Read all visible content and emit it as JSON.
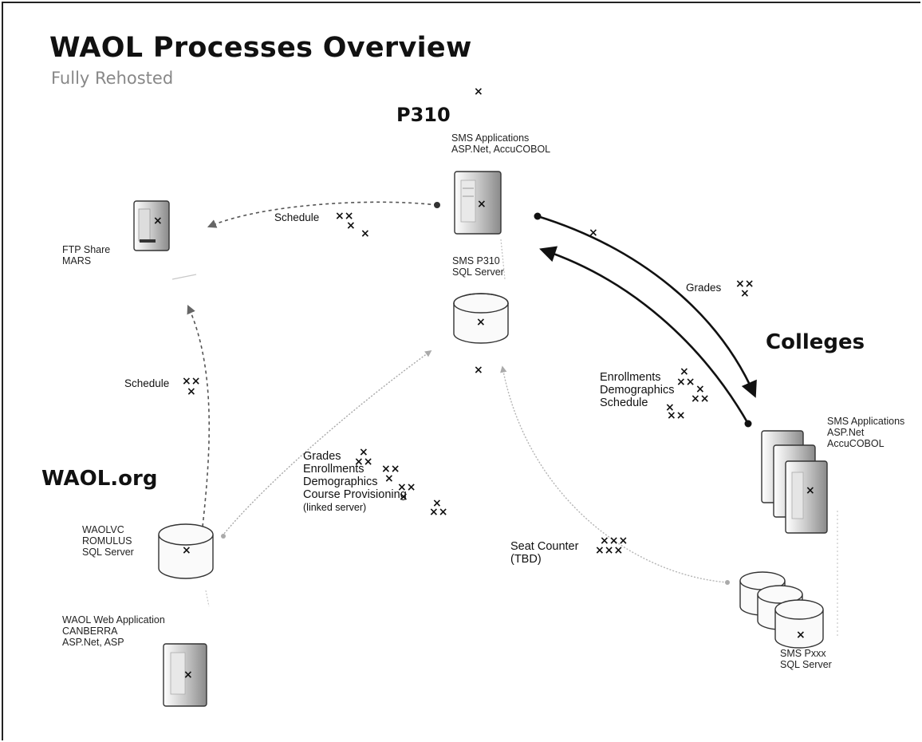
{
  "title": "WAOL Processes Overview",
  "subtitle": "Fully Rehosted",
  "headings": {
    "p310": "P310",
    "colleges": "Colleges",
    "waol_org": "WAOL.org"
  },
  "nodes": {
    "sms_apps_p310": [
      "SMS Applications",
      "ASP.Net, AccuCOBOL"
    ],
    "ftp_share": [
      "FTP Share",
      "MARS"
    ],
    "sms_p310_sql": [
      "SMS P310",
      "SQL Server"
    ],
    "sms_apps_colleges": [
      "SMS Applications",
      "ASP.Net",
      "AccuCOBOL"
    ],
    "waolvc": [
      "WAOLVC",
      "ROMULUS",
      "SQL Server"
    ],
    "waol_web": [
      "WAOL Web Application",
      "CANBERRA",
      "ASP.Net, ASP"
    ],
    "sms_pxxx": [
      "SMS Pxxx",
      "SQL Server"
    ]
  },
  "flows": {
    "schedule_top": "Schedule",
    "grades_right": "Grades",
    "schedule_left": "Schedule",
    "colleges_to_p310": [
      "Enrollments",
      "Demographics",
      "Schedule"
    ],
    "p310_to_waol": [
      "Grades",
      "Enrollments",
      "Demographics",
      "Course Provisioning",
      "(linked server)"
    ],
    "seat_counter": [
      "Seat Counter",
      "(TBD)"
    ]
  },
  "colors": {
    "solid_arrow": "#111111",
    "dashed_arrow": "#555555",
    "gray_line": "#9a9a9a",
    "server_fill": "#f4f4f4",
    "server_shade": "#9a9a9a"
  }
}
